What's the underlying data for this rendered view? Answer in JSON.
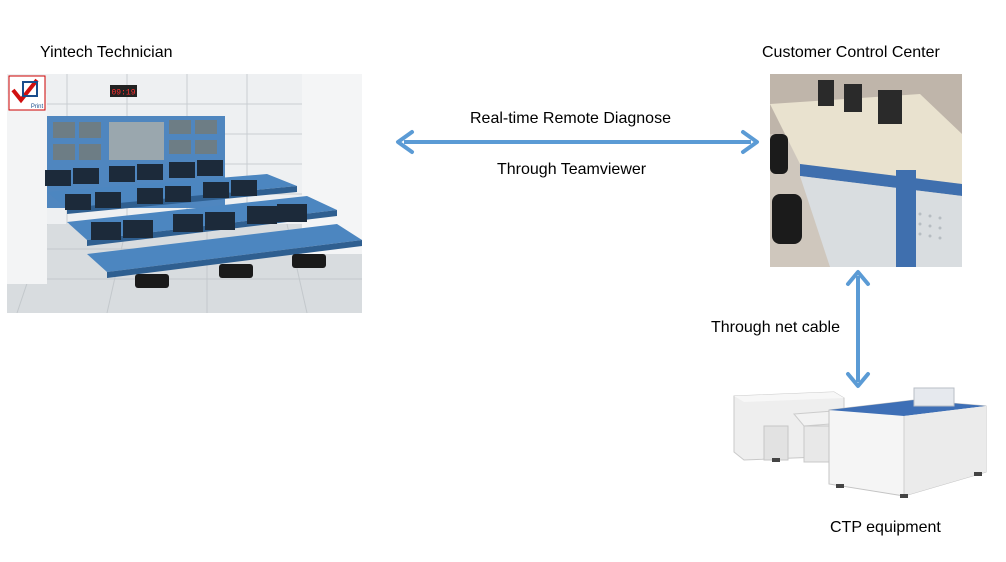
{
  "nodes": {
    "technician": {
      "label": "Yintech Technician",
      "logo_text": "Print",
      "clock": "09:19"
    },
    "control_center": {
      "label": "Customer Control Center"
    },
    "ctp": {
      "label": "CTP equipment"
    }
  },
  "links": {
    "remote": {
      "line1": "Real-time Remote Diagnose",
      "line2": "Through Teamviewer"
    },
    "cable": {
      "label": "Through net cable"
    }
  },
  "colors": {
    "arrow": "#5b9bd5",
    "desk_blue": "#3a78b8",
    "floor": "#e6e9ec"
  }
}
